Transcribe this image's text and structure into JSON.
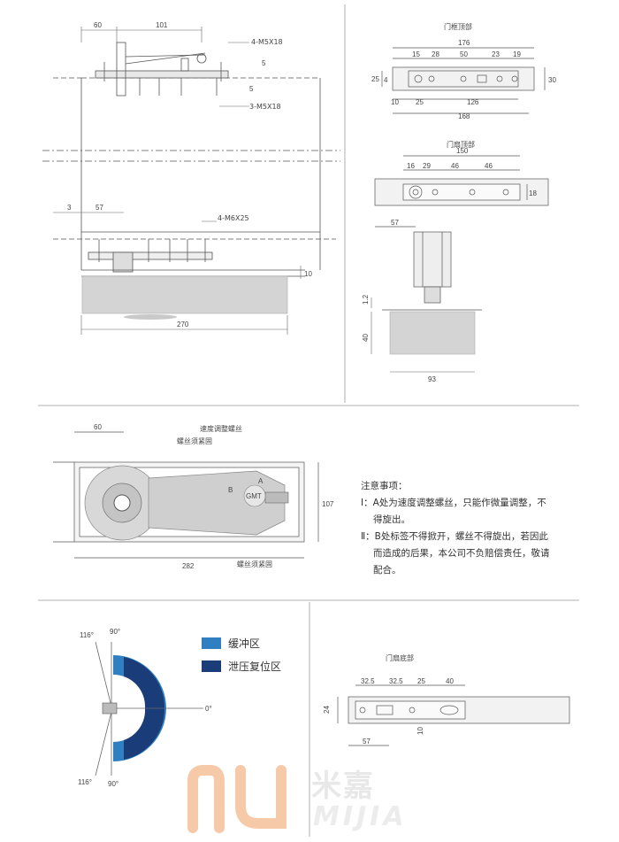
{
  "colors": {
    "buffer": "#2f7fc1",
    "reset": "#1a3c78",
    "body": "#d4d4d4",
    "line": "#555",
    "brand": "#f6c9a8"
  },
  "side_view": {
    "dims": {
      "d60": "60",
      "d101": "101",
      "d3": "3",
      "d57": "57",
      "d270": "270",
      "d10": "10",
      "d5a": "5",
      "d5b": "5"
    },
    "screws": {
      "top": "4-M5X18",
      "mid": "3-M5X18",
      "bottom": "4-M6X25"
    }
  },
  "frame_top": {
    "title": "门框顶部",
    "d176": "176",
    "d15": "15",
    "d28": "28",
    "d50": "50",
    "d23": "23",
    "d19": "19",
    "d25": "25",
    "d4": "4",
    "d30": "30",
    "d10": "10",
    "d25b": "25",
    "d126": "126",
    "d168": "168"
  },
  "leaf_top": {
    "title": "门扇顶部",
    "d150": "150",
    "d16": "16",
    "d29": "29",
    "d46a": "46",
    "d46b": "46",
    "d18": "18",
    "d57": "57"
  },
  "body_side": {
    "d12": "1.2",
    "d40": "40",
    "d93": "93"
  },
  "plan_view": {
    "d60": "60",
    "d282": "282",
    "d107": "107",
    "speed_screw": "速度调整螺丝",
    "lock_screw_a": "螺丝须紧固",
    "lock_screw_b": "螺丝须紧固",
    "label_a": "A",
    "label_b": "B",
    "logo": "GMT"
  },
  "notes": {
    "title": "注意事项：",
    "item1_a": "Ⅰ：A处为速度调整螺丝，只能作微量调整，不",
    "item1_b": "得旋出。",
    "item2_a": "Ⅱ：B处标签不得掀开，螺丝不得旋出，若因此",
    "item2_b": "而造成的后果，本公司不负赔偿责任，敬请",
    "item2_c": "配合。"
  },
  "angles": {
    "a116_top": "116°",
    "a90_top": "90°",
    "a0": "0°",
    "a116_bot": "116°",
    "a90_bot": "90°"
  },
  "legend": {
    "buffer": "缓冲区",
    "reset": "泄压复位区"
  },
  "leaf_bottom": {
    "title": "门扇底部",
    "d325a": "32.5",
    "d325b": "32.5",
    "d25": "25",
    "d40": "40",
    "d24": "24",
    "d10": "10",
    "d57": "57"
  },
  "brand": {
    "cn": "米嘉",
    "en": "MIJIA"
  }
}
